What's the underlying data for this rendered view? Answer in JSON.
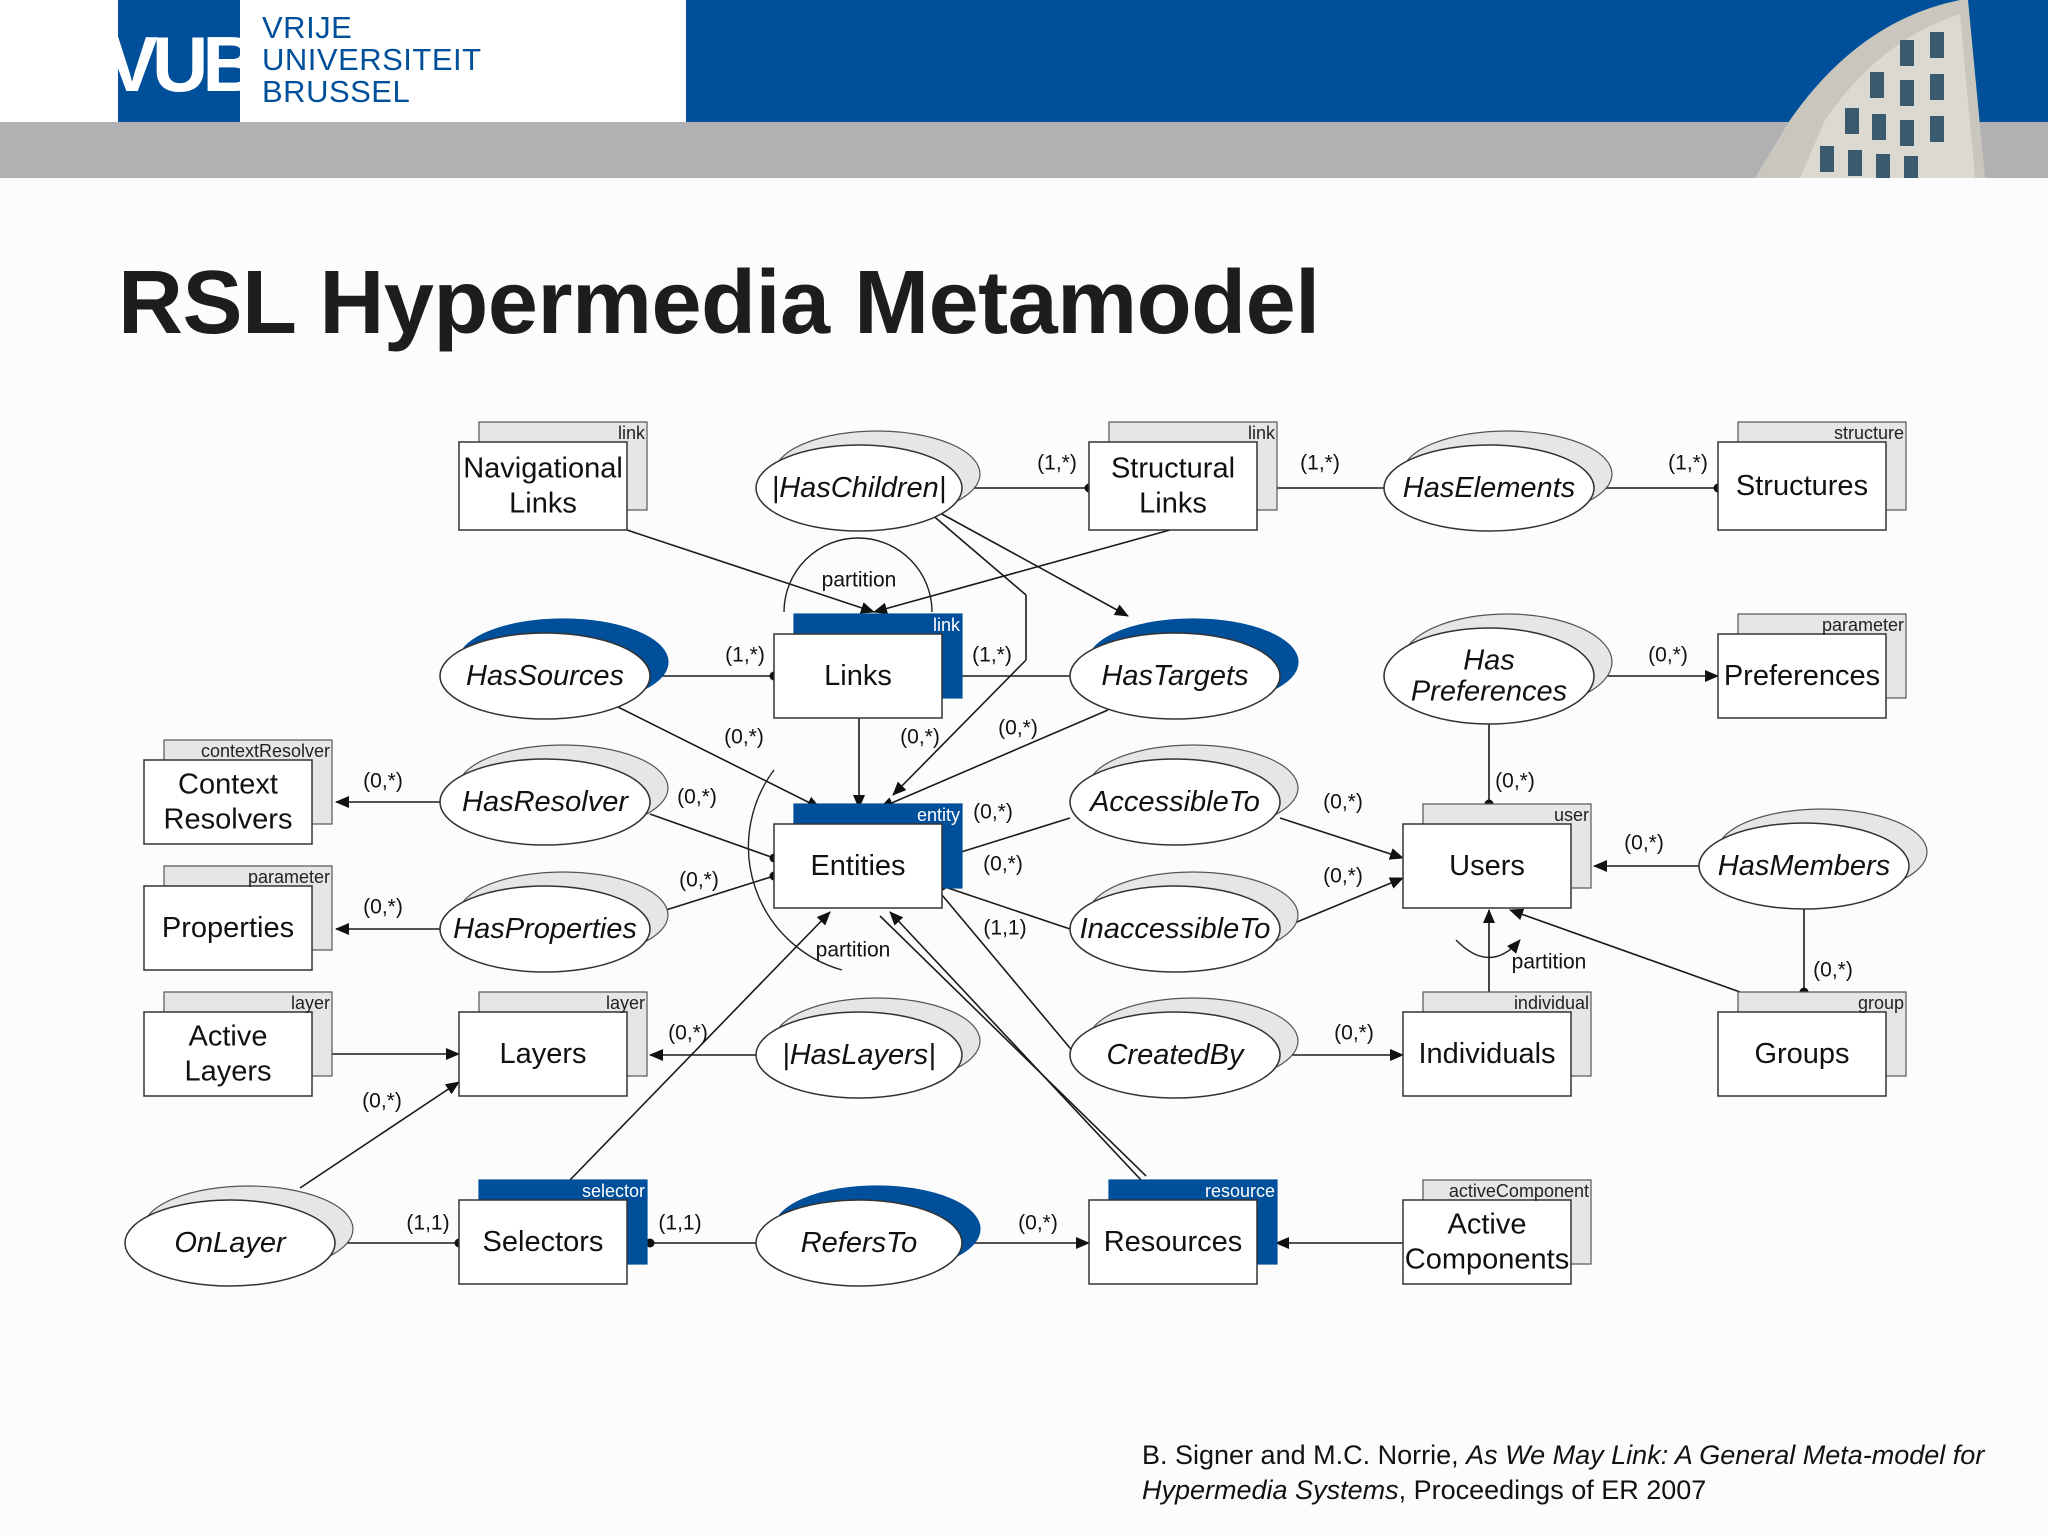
{
  "logo": {
    "mark": "VUB",
    "lines": [
      "VRIJE",
      "UNIVERSITEIT",
      "BRUSSEL"
    ]
  },
  "title": "RSL Hypermedia Metamodel",
  "diagram": {
    "entities": {
      "navigational_links": {
        "lines": [
          "Navigational",
          "Links"
        ],
        "tag": "link"
      },
      "structural_links": {
        "lines": [
          "Structural",
          "Links"
        ],
        "tag": "link"
      },
      "structures": {
        "lines": [
          "Structures"
        ],
        "tag": "structure"
      },
      "links": {
        "lines": [
          "Links"
        ],
        "tag": "link"
      },
      "preferences": {
        "lines": [
          "Preferences"
        ],
        "tag": "parameter"
      },
      "context_resolvers": {
        "lines": [
          "Context",
          "Resolvers"
        ],
        "tag": "contextResolver"
      },
      "properties": {
        "lines": [
          "Properties"
        ],
        "tag": "parameter"
      },
      "entities": {
        "lines": [
          "Entities"
        ],
        "tag": "entity"
      },
      "users": {
        "lines": [
          "Users"
        ],
        "tag": "user"
      },
      "active_layers": {
        "lines": [
          "Active",
          "Layers"
        ],
        "tag": "layer"
      },
      "layers": {
        "lines": [
          "Layers"
        ],
        "tag": "layer"
      },
      "individuals": {
        "lines": [
          "Individuals"
        ],
        "tag": "individual"
      },
      "groups": {
        "lines": [
          "Groups"
        ],
        "tag": "group"
      },
      "selectors": {
        "lines": [
          "Selectors"
        ],
        "tag": "selector"
      },
      "resources": {
        "lines": [
          "Resources"
        ],
        "tag": "resource"
      },
      "active_components": {
        "lines": [
          "Active",
          "Components"
        ],
        "tag": "activeComponent"
      }
    },
    "relations": {
      "has_children": {
        "lines": [
          "|HasChildren|"
        ]
      },
      "has_elements": {
        "lines": [
          "HasElements"
        ]
      },
      "has_sources": {
        "lines": [
          "HasSources"
        ]
      },
      "has_targets": {
        "lines": [
          "HasTargets"
        ]
      },
      "has_preferences": {
        "lines": [
          "Has",
          "Preferences"
        ]
      },
      "has_resolver": {
        "lines": [
          "HasResolver"
        ]
      },
      "accessible_to": {
        "lines": [
          "AccessibleTo"
        ]
      },
      "has_members": {
        "lines": [
          "HasMembers"
        ]
      },
      "has_properties": {
        "lines": [
          "HasProperties"
        ]
      },
      "inaccessible_to": {
        "lines": [
          "InaccessibleTo"
        ]
      },
      "has_layers": {
        "lines": [
          "|HasLayers|"
        ]
      },
      "created_by": {
        "lines": [
          "CreatedBy"
        ]
      },
      "on_layer": {
        "lines": [
          "OnLayer"
        ]
      },
      "refers_to": {
        "lines": [
          "RefersTo"
        ]
      }
    },
    "partition_label": "partition",
    "cardinality": {
      "one_many": "(1,*)",
      "zero_many": "(0,*)",
      "one_one": "(1,1)"
    }
  },
  "citation": {
    "authors": "B. Signer and M.C. Norrie, ",
    "paper_title": "As We May Link: A General Meta-model for Hypermedia Systems",
    "venue": ", Proceedings of ER 2007"
  },
  "colors": {
    "brand_blue": "#004f9b",
    "header_grey": "#b1b1b3",
    "line": "#1a1a1a",
    "shadow": "#e6e6e6"
  }
}
